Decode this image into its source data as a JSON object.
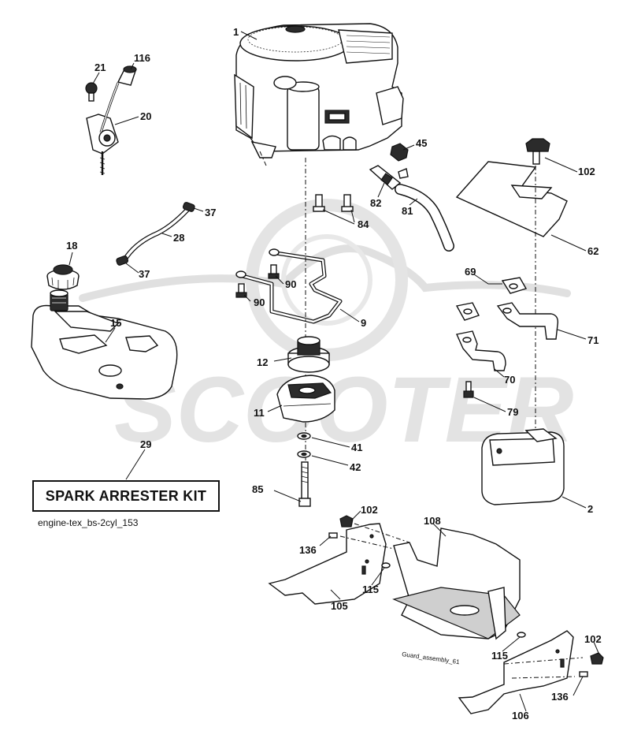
{
  "diagram": {
    "kit_label": "SPARK ARRESTER KIT",
    "diagram_code": "engine-tex_bs-2cyl_153",
    "inset_label": "Guard_assembly_61",
    "watermark": "SCOOTER",
    "callouts": {
      "p1": "1",
      "p21": "21",
      "p116": "116",
      "p20": "20",
      "p45": "45",
      "p102a": "102",
      "p84": "84",
      "p82": "82",
      "p81": "81",
      "p37a": "37",
      "p28": "28",
      "p37b": "37",
      "p18": "18",
      "p90a": "90",
      "p90b": "90",
      "p9": "9",
      "p62": "62",
      "p69": "69",
      "p71": "71",
      "p15": "15",
      "p12": "12",
      "p70": "70",
      "p11": "11",
      "p79": "79",
      "p41": "41",
      "p29": "29",
      "p42": "42",
      "p85": "85",
      "p2": "2",
      "p102b": "102",
      "p108": "108",
      "p136a": "136",
      "p115a": "115",
      "p105": "105",
      "p115b": "115",
      "p102c": "102",
      "p136b": "136",
      "p106": "106"
    }
  }
}
